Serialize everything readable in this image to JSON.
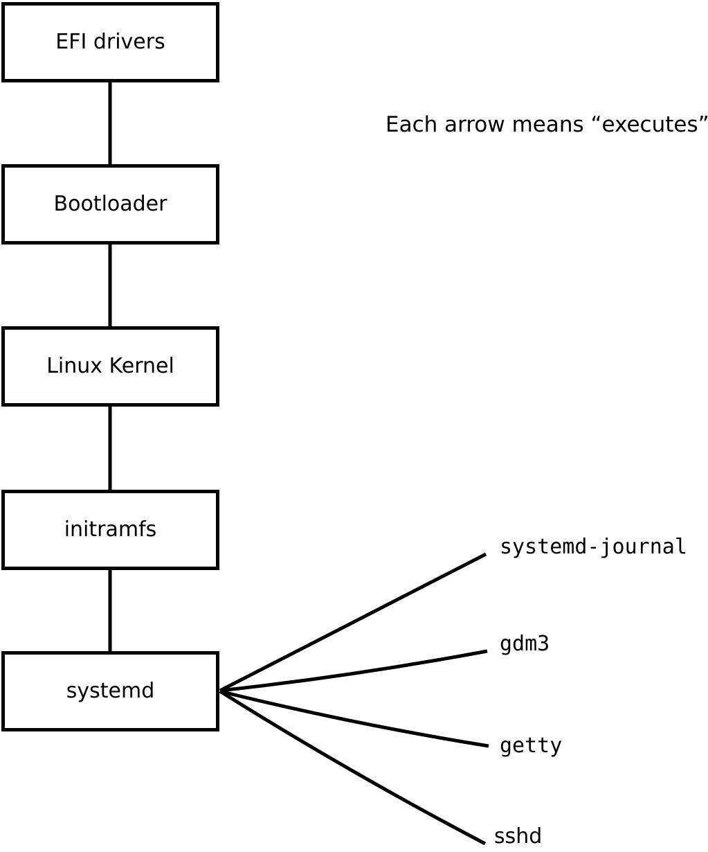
{
  "diagram": {
    "note": {
      "text": "Each arrow means “executes”."
    },
    "arrow_meaning": "executes",
    "boot_chain": [
      {
        "label": "EFI drivers"
      },
      {
        "label": "Bootloader"
      },
      {
        "label": "Linux Kernel"
      },
      {
        "label": "initramfs"
      },
      {
        "label": "systemd"
      }
    ],
    "systemd_children": [
      {
        "label": "systemd-journal"
      },
      {
        "label": "gdm3"
      },
      {
        "label": "getty"
      },
      {
        "label": "sshd"
      }
    ],
    "colors": {
      "stroke": "#000000",
      "box_fill": "#ffffff",
      "background": "#ffffff",
      "text": "#000000"
    }
  }
}
